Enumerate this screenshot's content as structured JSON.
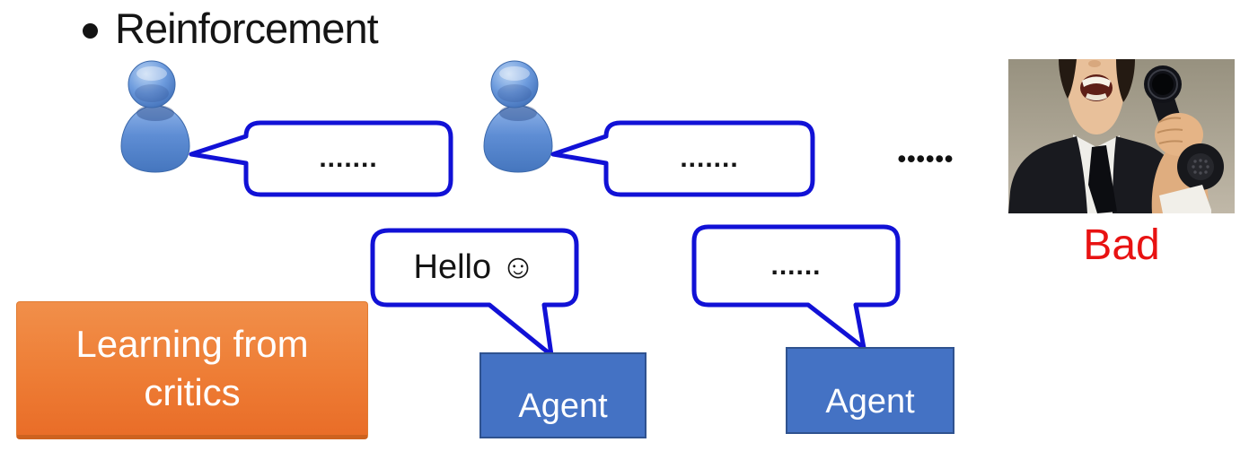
{
  "slide": {
    "title": "Reinforcement",
    "callout": "Learning from critics",
    "photo_caption": "Bad"
  },
  "conversation": {
    "human_bubble_1": ".......",
    "human_bubble_2": ".......",
    "continuation_dots": "••••••",
    "agent_bubble_hello": "Hello ☺",
    "agent_bubble_dots": "......",
    "agent_box_1": "Agent",
    "agent_box_2": "Agent"
  },
  "colors": {
    "bubble_border": "#1111D6",
    "agent_fill": "#4472C4",
    "agent_border": "#2F528F",
    "callout_gradient_top": "#F18F4A",
    "callout_gradient_bottom": "#E96D28",
    "caption_red": "#E81212",
    "person_blue": "#5E8DD4"
  }
}
